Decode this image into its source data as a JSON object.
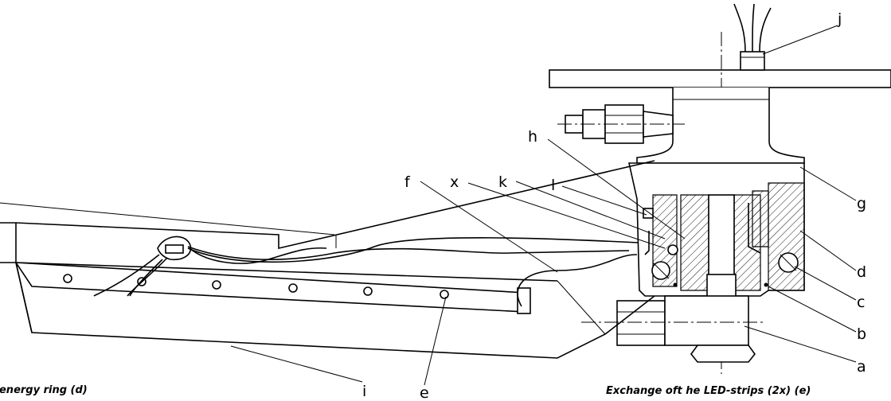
{
  "diagram": {
    "part_labels": {
      "a": "a",
      "b": "b",
      "c": "c",
      "d": "d",
      "e": "e",
      "f": "f",
      "g": "g",
      "h": "h",
      "i": "i",
      "j": "j",
      "k": "k",
      "l": "l",
      "x": "x"
    },
    "captions": {
      "left": "f the energy ring (d)",
      "right": "Exchange oft he LED-strips (2x) (e)"
    }
  }
}
